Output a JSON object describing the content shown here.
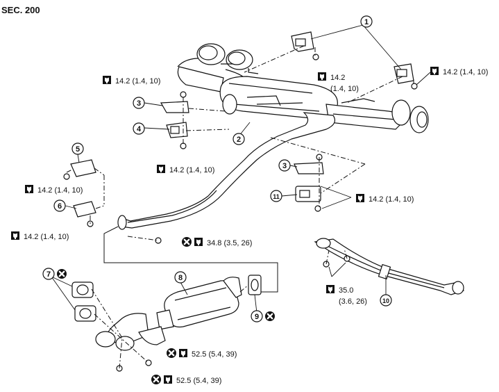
{
  "header": {
    "section": "SEC. 200"
  },
  "callouts": [
    {
      "id": "c1",
      "num": "1"
    },
    {
      "id": "c2",
      "num": "2"
    },
    {
      "id": "c3a",
      "num": "3"
    },
    {
      "id": "c3b",
      "num": "3"
    },
    {
      "id": "c4",
      "num": "4"
    },
    {
      "id": "c5",
      "num": "5"
    },
    {
      "id": "c6",
      "num": "6"
    },
    {
      "id": "c7",
      "num": "7"
    },
    {
      "id": "c8",
      "num": "8"
    },
    {
      "id": "c9",
      "num": "9"
    },
    {
      "id": "c10",
      "num": "10"
    },
    {
      "id": "c11",
      "num": "11"
    }
  ],
  "torque": {
    "t_a": "14.2 (1.4, 10)",
    "t_b1": "14.2",
    "t_b2": "(1.4, 10)",
    "t_c": "14.2 (1.4, 10)",
    "t_d": "14.2 (1.4, 10)",
    "t_e": "14.2 (1.4, 10)",
    "t_f": "14.2 (1.4, 10)",
    "t_g": "14.2 (1.4, 10)",
    "t_h": "34.8 (3.5, 26)",
    "t_i1": "35.0",
    "t_i2": "(3.6, 26)",
    "t_j": "52.5 (5.4, 39)",
    "t_k": "52.5 (5.4, 39)"
  },
  "icons": {
    "torque": "torque-wrench-icon",
    "no_reuse": "do-not-reuse-icon"
  }
}
